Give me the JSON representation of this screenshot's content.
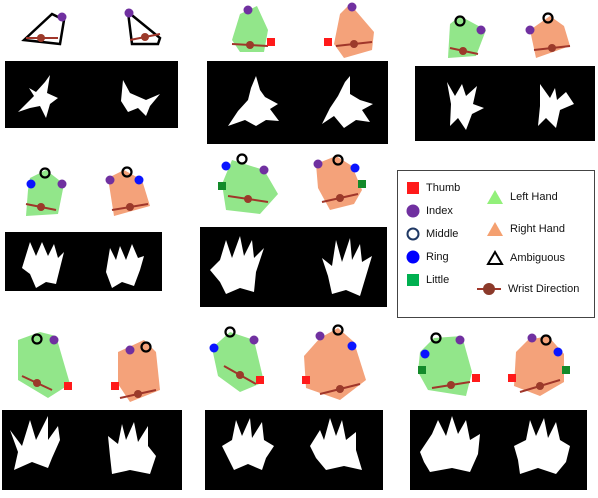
{
  "figure": {
    "legend": {
      "items": [
        {
          "key": "thumb",
          "label": "Thumb",
          "marker": "square",
          "color": "#ff1a1a"
        },
        {
          "key": "index",
          "label": "Index",
          "marker": "circle",
          "color": "#7030a0"
        },
        {
          "key": "middle",
          "label": "Middle",
          "marker": "ring",
          "color": "#1f3864"
        },
        {
          "key": "ring",
          "label": "Ring",
          "marker": "circle",
          "color": "#0000ff"
        },
        {
          "key": "little",
          "label": "Little",
          "marker": "square",
          "color": "#00b050"
        },
        {
          "key": "left",
          "label": "Left Hand",
          "marker": "triangle",
          "color": "#92f07a"
        },
        {
          "key": "right",
          "label": "Right Hand",
          "marker": "triangle",
          "color": "#f4a070"
        },
        {
          "key": "ambiguous",
          "label": "Ambiguous",
          "marker": "triangle-outline",
          "color": "#000000"
        },
        {
          "key": "wrist",
          "label": "Wrist Direction",
          "marker": "wrist",
          "color": "#8b3a2a"
        }
      ]
    },
    "colors": {
      "left_fill": "#92e68a",
      "right_fill": "#f4a27a",
      "wrist_line": "#a0362a",
      "wrist_dot": "#9b3a2a",
      "thumb": "#ff1a1a",
      "index": "#7030a0",
      "middle_ring": "#000000",
      "ring": "#0a14ff",
      "little": "#138a2a",
      "silhouette_bg": "#000000",
      "silhouette_fg": "#ffffff"
    },
    "panels": [
      {
        "id": "p1",
        "left": {
          "type": "ambiguous",
          "fingers": [
            "index"
          ]
        },
        "right": {
          "type": "ambiguous",
          "fingers": [
            "index"
          ]
        }
      },
      {
        "id": "p2",
        "left": {
          "type": "left",
          "fingers": [
            "index",
            "thumb"
          ]
        },
        "right": {
          "type": "right",
          "fingers": [
            "index",
            "thumb"
          ]
        }
      },
      {
        "id": "p3",
        "left": {
          "type": "left",
          "fingers": [
            "middle",
            "index"
          ]
        },
        "right": {
          "type": "right",
          "fingers": [
            "middle",
            "index"
          ]
        }
      },
      {
        "id": "p4",
        "left": {
          "type": "left",
          "fingers": [
            "ring",
            "middle",
            "index"
          ]
        },
        "right": {
          "type": "right",
          "fingers": [
            "index",
            "middle",
            "ring"
          ]
        }
      },
      {
        "id": "p5",
        "left": {
          "type": "left",
          "fingers": [
            "ring",
            "middle",
            "index",
            "little"
          ]
        },
        "right": {
          "type": "right",
          "fingers": [
            "index",
            "middle",
            "ring",
            "little"
          ]
        }
      },
      {
        "id": "p6",
        "left": {
          "type": "left",
          "fingers": [
            "middle",
            "index",
            "thumb"
          ]
        },
        "right": {
          "type": "right",
          "fingers": [
            "index",
            "middle",
            "thumb"
          ]
        }
      },
      {
        "id": "p7",
        "left": {
          "type": "left",
          "fingers": [
            "ring",
            "middle",
            "index",
            "thumb"
          ]
        },
        "right": {
          "type": "right",
          "fingers": [
            "index",
            "middle",
            "ring",
            "thumb"
          ]
        }
      },
      {
        "id": "p8",
        "left": {
          "type": "left",
          "fingers": [
            "little",
            "ring",
            "middle",
            "index",
            "thumb"
          ]
        },
        "right": {
          "type": "right",
          "fingers": [
            "thumb",
            "index",
            "middle",
            "ring",
            "little"
          ]
        }
      }
    ]
  }
}
